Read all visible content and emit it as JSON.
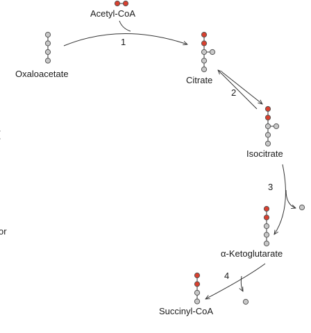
{
  "diagram": {
    "colors": {
      "labeled_carbon": "#d9402f",
      "unlabeled_carbon": "#c8c8c8",
      "outline": "#555555",
      "arrow": "#333333"
    },
    "metabolites": {
      "acetyl_coa": "Acetyl-CoA",
      "oxaloacetate": "Oxaloacetate",
      "citrate": "Citrate",
      "isocitrate": "Isocitrate",
      "alpha_ketoglutarate": "α-Ketoglutarate",
      "succinyl_coa": "Succinyl-CoA"
    },
    "steps": {
      "step1": "1",
      "step2": "2",
      "step3": "3",
      "step4": "4"
    },
    "side_fragments": {
      "left_edge_bracket": "[",
      "left_edge_or": "or"
    }
  }
}
